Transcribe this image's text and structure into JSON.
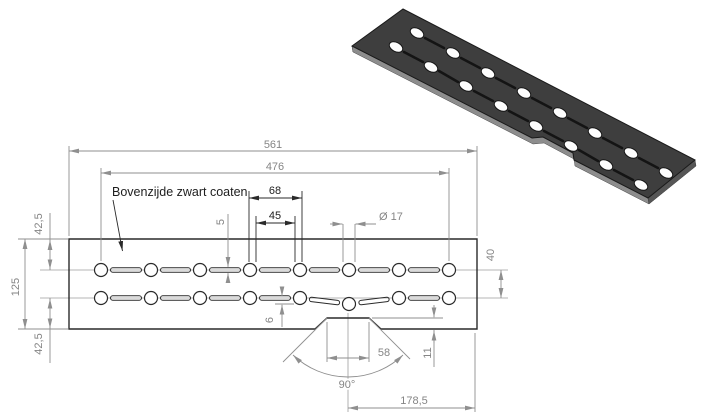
{
  "drawing": {
    "annotation": "Bovenzijde zwart coaten",
    "dimensions": {
      "overall_width": "561",
      "hole_span": "476",
      "hole_pitch": "68",
      "slot_length": "45",
      "slot_width": "5",
      "hole_diameter": "Ø 17",
      "margin_top": "42,5",
      "plate_height": "125",
      "margin_bottom": "42,5",
      "row_spacing": "40",
      "offset_hole_drop": "6",
      "notch_top_width": "58",
      "notch_angle": "90°",
      "notch_center_to_edge": "178,5",
      "notch_depth": "11"
    },
    "colors": {
      "plate_3d_top": "#3e3e3e",
      "plate_3d_edge": "#8d8d8d",
      "plate_3d_end": "#565656",
      "outline": "#2a2a2a",
      "dimension_lines": "#8f8f8f",
      "background": "#ffffff"
    }
  }
}
